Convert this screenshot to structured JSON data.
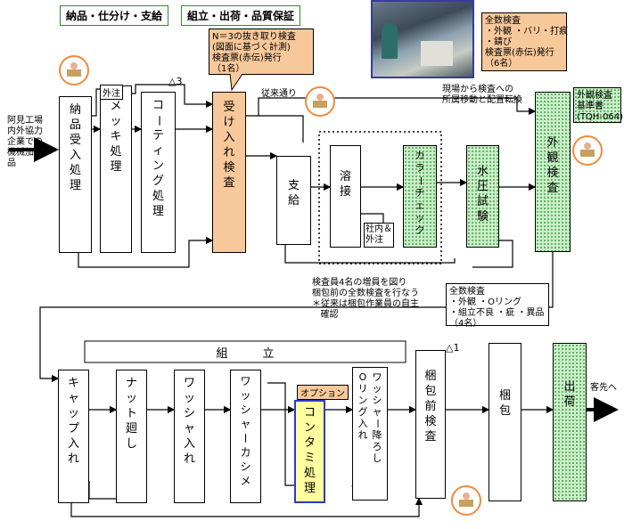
{
  "headers": {
    "left": "納品・仕分け・支給",
    "right": "組立・出荷・品質保証"
  },
  "input_label": "阿見工場\n内外協力\n企業での\n機械加工\n品",
  "top_row": {
    "nouhin": "納品受入処理",
    "mekki": "メッキ処理",
    "mekki_tag": "外注",
    "coating": "コーティング処理",
    "coating_mark": "△3",
    "ukeire": "受け入れ検査",
    "shikyu": "支給",
    "yosetsu": "溶接",
    "color_check": "カラーチェック",
    "color_tag": "社内＆\n外注",
    "suiatsu": "水圧試験",
    "gaikan": "外観検査"
  },
  "callouts": {
    "ukeire": "N＝3の抜き取り検査\n(図面に基づく計測)\n検査票(赤伝)発行\n（1名）",
    "gaikan": "全数検査\n・外観 ・バリ・打痕\n・錆び\n検査票(赤伝)発行\n（6名）",
    "gaikan_std": "外観検査\n基準書\n(TQH-064)",
    "konpo": "全数検査\n・外観 ・Oリング\n・組立不良 ・疵 ・異品\n（4名）"
  },
  "notes": {
    "juurai": "従来通り",
    "genba": "現場から検査への\n所属移動と配置転換",
    "staff": "検査員4名の増員を図り\n梱包前の全数検査を行なう\n＊従来は梱包作業員の自主\n   確認"
  },
  "assembly": {
    "title": "組　　　立",
    "cap": "キャップ入れ",
    "nut": "ナット廻し",
    "washer": "ワッシャ入れ",
    "kashime": "ワッシャーカシメ",
    "option_tag": "オプション",
    "contami": "コンタミ処理",
    "washer_down": "ワッシャー降ろし\nOリング入れ",
    "konpo_mae": "梱包前検査",
    "konpo_mark": "△1",
    "konpo": "梱包",
    "shukka": "出荷",
    "customer": "客先へ"
  },
  "colors": {
    "orange": "#f7c899",
    "green": "#c8f0c8",
    "yellow": "#ffffa0",
    "header_border": "#2e8b2e"
  },
  "icons": [
    "inspector-icon",
    "factory-photo"
  ]
}
